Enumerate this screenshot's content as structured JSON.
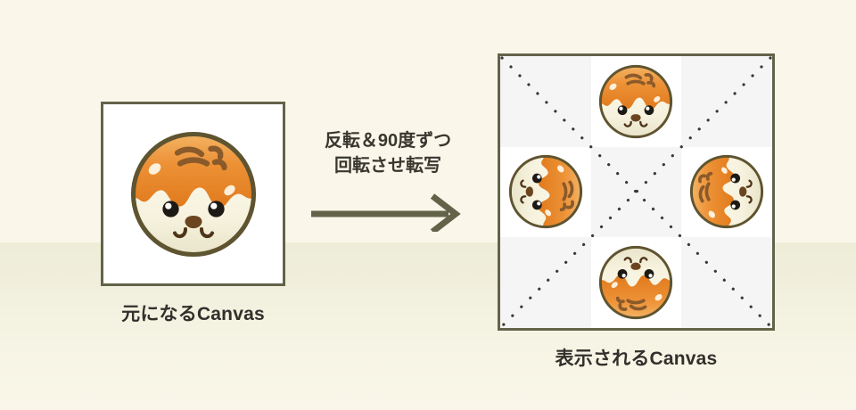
{
  "palette": {
    "background_top": "#faf7ea",
    "background_bottom": "#eeedd8",
    "frame_border": "#63634a",
    "canvas_white": "#ffffff",
    "canvas_grey": "#f5f5f5",
    "arrow": "#63634a",
    "caption_text": "#332f2c",
    "note_text": "#3a372f",
    "sauce_orange": "#e8862a",
    "sauce_orange_light": "#f2b35c",
    "dough_cream": "#f7f3e0",
    "outline_brown": "#5f5430",
    "squiggle_brown": "#8a5a2b",
    "eye_black": "#1a1a1a"
  },
  "source": {
    "caption": "元になるCanvas",
    "icon": "takoyaki-cat-face",
    "rotation_deg": 0
  },
  "transform": {
    "note_line1": "反転＆90度ずつ",
    "note_line2": "回転させ転写",
    "arrow_icon": "arrow-right-icon"
  },
  "display": {
    "caption": "表示されるCanvas",
    "grid": {
      "rows": 3,
      "cols": 3,
      "diagonals": "dotted-x"
    },
    "cells": [
      {
        "name": "cell-top-left",
        "fill": "grey",
        "icon": null,
        "rotation_deg": null
      },
      {
        "name": "cell-top-center",
        "fill": "white",
        "icon": "takoyaki-cat-face",
        "rotation_deg": 0
      },
      {
        "name": "cell-top-right",
        "fill": "grey",
        "icon": null,
        "rotation_deg": null
      },
      {
        "name": "cell-middle-left",
        "fill": "white",
        "icon": "takoyaki-cat-face",
        "rotation_deg": 90
      },
      {
        "name": "cell-center",
        "fill": "grey",
        "icon": null,
        "rotation_deg": null
      },
      {
        "name": "cell-middle-right",
        "fill": "white",
        "icon": "takoyaki-cat-face",
        "rotation_deg": 270
      },
      {
        "name": "cell-bottom-left",
        "fill": "grey",
        "icon": null,
        "rotation_deg": null
      },
      {
        "name": "cell-bottom-center",
        "fill": "white",
        "icon": "takoyaki-cat-face",
        "rotation_deg": 180
      },
      {
        "name": "cell-bottom-right",
        "fill": "grey",
        "icon": null,
        "rotation_deg": null
      }
    ]
  }
}
